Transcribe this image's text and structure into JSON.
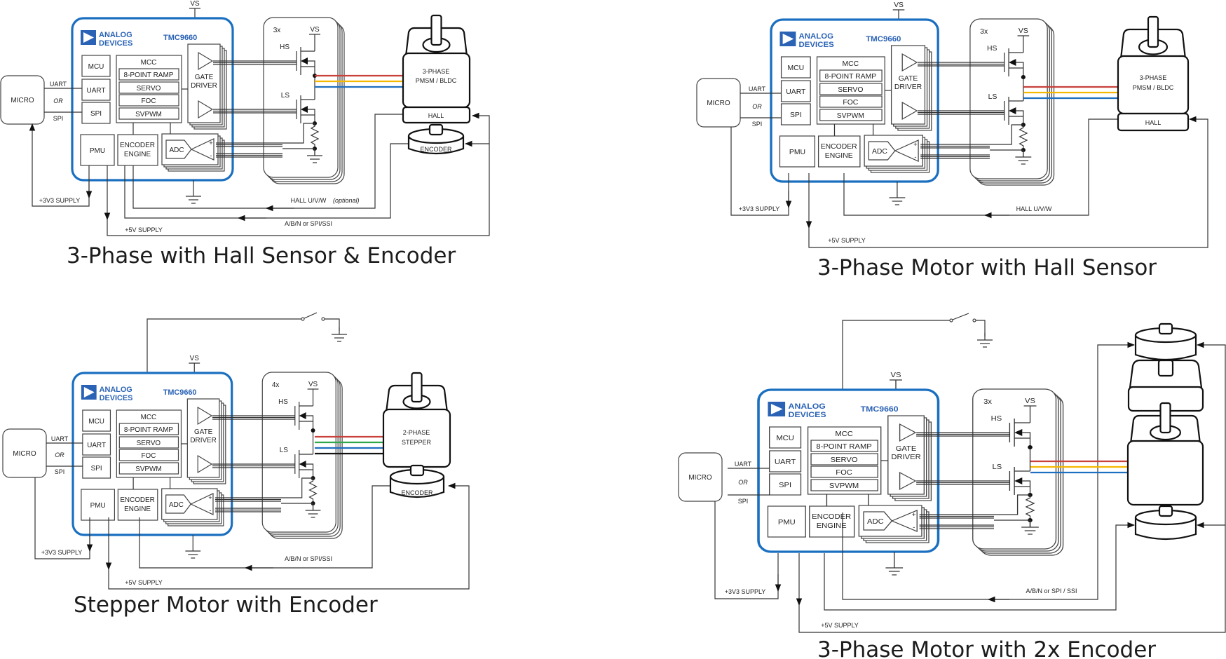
{
  "colors": {
    "chip_border": "#1a6fc0",
    "brand_blue": "#2a62b5",
    "phase_red": "#c8413b",
    "phase_yellow": "#f5b800",
    "phase_blue": "#1f6fc0",
    "phase_green": "#2ea84a",
    "phase_black": "#111111"
  },
  "common": {
    "vs": "VS",
    "brand_line1": "ANALOG",
    "brand_line2": "DEVICES",
    "chip_name": "TMC9660",
    "mcu": "MCU",
    "uart": "UART",
    "spi": "SPI",
    "mcc": "MCC",
    "ramp": "8-POINT RAMP",
    "servo": "SERVO",
    "foc": "FOC",
    "svpwm": "SVPWM",
    "gate1": "GATE",
    "gate2": "DRIVER",
    "pmu": "PMU",
    "enc1": "ENCODER",
    "enc2": "ENGINE",
    "adc": "ADC",
    "hs": "HS",
    "ls": "LS",
    "micro": "MICRO",
    "bus_uart": "UART",
    "bus_or": "OR",
    "bus_spi": "SPI",
    "supply_3v3": "+3V3 SUPPLY",
    "supply_5v": "+5V SUPPLY",
    "plus": "+",
    "minus": "-"
  },
  "diagrams": [
    {
      "id": "hall-encoder",
      "title": "3-Phase with Hall Sensor & Encoder",
      "multiplier": "3x",
      "motor_label1": "3-PHASE",
      "motor_label2": "PMSM / BLDC",
      "hall_label": "HALL",
      "encoder_label": "ENCODER",
      "signal_hall": "HALL U/V/W",
      "signal_hall_note": "(optional)",
      "signal_encoder": "A/B/N or SPI/SSI"
    },
    {
      "id": "hall-only",
      "title": "3-Phase Motor with Hall Sensor",
      "multiplier": "3x",
      "motor_label1": "3-PHASE",
      "motor_label2": "PMSM / BLDC",
      "hall_label": "HALL",
      "signal_hall": "HALL U/V/W"
    },
    {
      "id": "stepper-encoder",
      "title": "Stepper Motor with Encoder",
      "multiplier": "4x",
      "motor_label1": "2-PHASE",
      "motor_label2": "STEPPER",
      "encoder_label": "ENCODER",
      "signal_encoder": "A/B/N or SPI/SSI"
    },
    {
      "id": "dual-encoder",
      "title": "3-Phase Motor with 2x Encoder",
      "multiplier": "3x",
      "signal_encoder": "A/B/N or SPI / SSI"
    }
  ]
}
